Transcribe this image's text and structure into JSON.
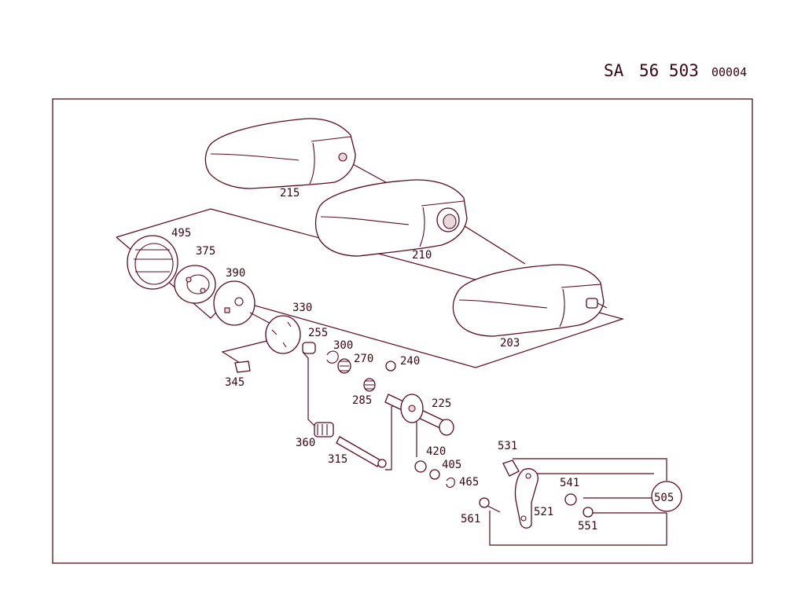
{
  "header": {
    "prefix": "SA",
    "number": "56 503",
    "sheet": "00004"
  },
  "part_labels": {
    "p215": "215",
    "p210": "210",
    "p203": "203",
    "p495": "495",
    "p375": "375",
    "p390": "390",
    "p330": "330",
    "p255": "255",
    "p300": "300",
    "p270": "270",
    "p240": "240",
    "p345": "345",
    "p285": "285",
    "p225": "225",
    "p360": "360",
    "p315": "315",
    "p420": "420",
    "p405": "405",
    "p465": "465",
    "p531": "531",
    "p541": "541",
    "p505": "505",
    "p521": "521",
    "p561": "561",
    "p551": "551"
  },
  "colors": {
    "ink": "#5a0a1c",
    "background": "#ffffff"
  }
}
